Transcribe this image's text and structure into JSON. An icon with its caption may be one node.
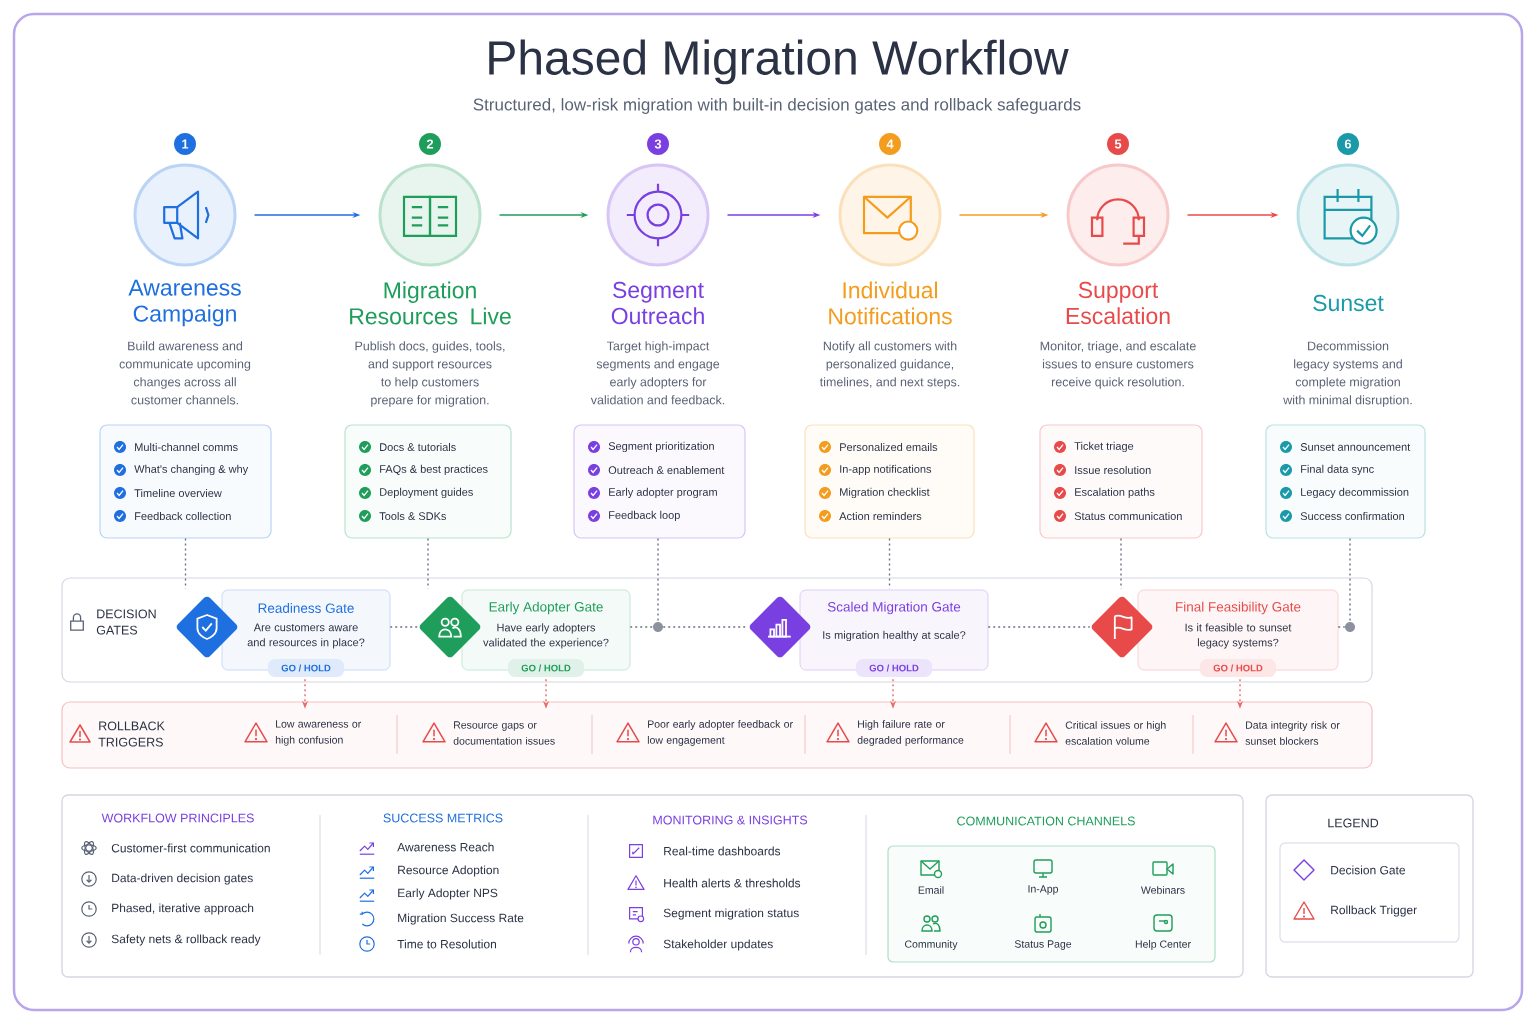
{
  "diagram": {
    "title": "Phased Migration Workflow",
    "nodes": [
      {
        "text": [
          "Awareness Campaign",
          "Build awareness and communicate upcoming changes across all customer channels."
        ],
        "beside": [
          "1"
        ]
      },
      {
        "text": [
          "Migration Resources Live",
          "Publish docs, guides, tools, and support resources to help customers prepare for migration."
        ],
        "beside": [
          "2"
        ]
      },
      {
        "text": [
          "Segment Outreach",
          "Target high-impact segments and engage early adopters for validation and feedback."
        ],
        "beside": [
          "3"
        ]
      },
      {
        "text": [
          "Individual Notifications",
          "Notify all customers with personalized guidance, timelines, and next steps."
        ],
        "beside": [
          "4"
        ]
      },
      {
        "text": [
          "Support Escalation",
          "Monitor, triage, and escalate issues to ensure customers receive quick resolution."
        ],
        "beside": [
          "5"
        ]
      },
      {
        "text": [
          "Sunset",
          "Decommission legacy systems and complete migration with minimal disruption."
        ],
        "beside": [
          "6"
        ]
      },
      {
        "text": [
          "Multi-channel comms",
          "What's changing & why",
          "Timeline overview",
          "Feedback collection"
        ]
      },
      {
        "text": [
          "Docs & tutorials",
          "FAQs & best practices",
          "Deployment guides",
          "Tools & SDKs"
        ]
      },
      {
        "text": [
          "Segment prioritization",
          "Outreach & enablement",
          "Early adopter program",
          "Feedback loop"
        ]
      },
      {
        "text": [
          "Personalized emails",
          "In-app notifications",
          "Migration checklist",
          "Action reminders"
        ]
      },
      {
        "text": [
          "Ticket triage",
          "Issue resolution",
          "Escalation paths",
          "Status communication"
        ]
      },
      {
        "text": [
          "Sunset announcement",
          "Final data sync",
          "Legacy decommission",
          "Success confirmation"
        ]
      },
      {
        "text": [
          "DECISION GATES"
        ]
      },
      {
        "text": [
          "Readiness Gate",
          "Are customers aware and resources in place?",
          "GO / HOLD"
        ],
        "in": 12
      },
      {
        "text": [
          "Early Adopter Gate",
          "Have early adopters validated the experience?",
          "GO / HOLD"
        ],
        "in": 12
      },
      {
        "text": [
          "Scaled Migration Gate",
          "Is migration healthy at scale?",
          "GO / HOLD"
        ],
        "in": 12
      },
      {
        "text": [
          "Final Feasibility Gate",
          "Is it feasible to sunset legacy systems?",
          "GO / HOLD"
        ],
        "in": 12
      },
      {
        "text": [
          "ROLLBACK TRIGGERS"
        ]
      },
      {
        "text": [
          "Low awareness or high confusion"
        ],
        "in": 17
      },
      {
        "text": [
          "Resource gaps or documentation issues"
        ],
        "in": 17
      },
      {
        "text": [
          "Poor early adopter feedback or low engagement"
        ],
        "in": 17
      },
      {
        "text": [
          "High failure rate or degraded performance"
        ],
        "in": 17
      },
      {
        "text": [
          "Critical issues or high escalation volume"
        ],
        "in": 17
      },
      {
        "text": [
          "Data integrity risk or sunset blockers"
        ],
        "in": 17
      },
      {
        "text": [
          "COMMUNICATION CHANNELS",
          "Email",
          "In-App",
          "Webinars",
          "Community",
          "Status Page",
          "Help Center"
        ]
      },
      {
        "text": [],
        "shape": "circle",
        "in": 12
      },
      {
        "text": [],
        "shape": "circle",
        "in": 12
      }
    ],
    "edges": [
      {
        "from": 0,
        "to": 1,
        "arrow": "to",
        "color": "#1e6fe0"
      },
      {
        "from": 1,
        "to": 2,
        "arrow": "to",
        "color": "#1e9e5a"
      },
      {
        "from": 2,
        "to": 3,
        "arrow": "to",
        "color": "#7a3fe0"
      },
      {
        "from": 3,
        "to": 4,
        "arrow": "to",
        "color": "#f39c1e"
      },
      {
        "from": 4,
        "to": 5,
        "arrow": "to",
        "color": "#e84a4a"
      },
      {
        "from": 6,
        "to": 13,
        "arrow": "none",
        "style": "dashed",
        "color": "#6b7285"
      },
      {
        "from": 7,
        "to": 14,
        "arrow": "none",
        "style": "dashed",
        "color": "#6b7285"
      },
      {
        "from": 8,
        "to": 25,
        "arrow": "none",
        "style": "dashed",
        "color": "#6b7285"
      },
      {
        "from": 9,
        "to": 15,
        "arrow": "none",
        "style": "dashed",
        "color": "#6b7285"
      },
      {
        "from": 10,
        "to": 16,
        "arrow": "none",
        "style": "dashed",
        "color": "#6b7285"
      },
      {
        "from": 11,
        "to": 26,
        "arrow": "none",
        "style": "dashed",
        "color": "#6b7285"
      },
      {
        "from": 13,
        "to": 14,
        "arrow": "none",
        "style": "dashed",
        "color": "#6b7285"
      },
      {
        "from": 14,
        "to": 25,
        "arrow": "none",
        "style": "dashed",
        "color": "#6b7285"
      },
      {
        "from": 25,
        "to": 15,
        "arrow": "none",
        "style": "dashed",
        "color": "#6b7285"
      },
      {
        "from": 15,
        "to": 16,
        "arrow": "none",
        "style": "dashed",
        "color": "#6b7285"
      },
      {
        "from": 16,
        "to": 26,
        "arrow": "none",
        "style": "dashed",
        "color": "#6b7285"
      },
      {
        "from": 13,
        "to": 18,
        "arrow": "to",
        "style": "dashed",
        "color": "#e86a6a"
      },
      {
        "from": 14,
        "to": 19,
        "arrow": "to",
        "style": "dashed",
        "color": "#e86a6a"
      },
      {
        "from": 15,
        "to": 21,
        "arrow": "to",
        "style": "dashed",
        "color": "#e86a6a"
      },
      {
        "from": 16,
        "to": 23,
        "arrow": "to",
        "style": "dashed",
        "color": "#e86a6a"
      }
    ],
    "labels": [
      "Structured, low-risk migration with built-in decision gates and rollback safeguards",
      "WORKFLOW PRINCIPLES",
      "Customer-first communication",
      "Data-driven decision gates",
      "Phased, iterative approach",
      "Safety nets & rollback ready",
      "SUCCESS METRICS",
      "Awareness Reach",
      "Resource Adoption",
      "Early Adopter NPS",
      "Migration Success Rate",
      "Time to Resolution",
      "MONITORING & INSIGHTS",
      "Real-time dashboards",
      "Health alerts & thresholds",
      "Segment migration status",
      "Stakeholder updates",
      "LEGEND"
    ],
    "legend": [
      {
        "text": "Decision Gate"
      },
      {
        "text": "Rollback Trigger"
      }
    ]
  }
}
